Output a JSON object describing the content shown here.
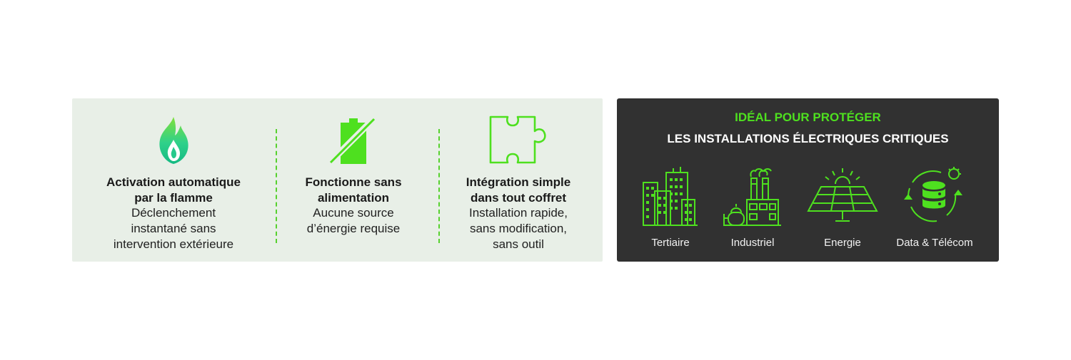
{
  "colors": {
    "accent": "#4ee01f",
    "left_bg": "#e8efe7",
    "right_bg": "#313131"
  },
  "features": [
    {
      "icon": "flame-icon",
      "title_line1": "Activation automatique",
      "title_line2": "par la flamme",
      "desc": [
        "Déclenchement",
        "instantané sans",
        "intervention extérieure"
      ]
    },
    {
      "icon": "no-battery-icon",
      "title_line1": "Fonctionne sans",
      "title_line2": "alimentation",
      "desc": [
        "Aucune source",
        "d’énergie requise"
      ]
    },
    {
      "icon": "puzzle-piece-icon",
      "title_line1": "Intégration simple",
      "title_line2": "dans tout coffret",
      "desc": [
        "Installation rapide,",
        "sans modification,",
        "sans outil"
      ]
    }
  ],
  "protect": {
    "kicker": "IDÉAL POUR PROTÉGER",
    "headline": "LES INSTALLATIONS ÉLECTRIQUES CRITIQUES",
    "sectors": [
      {
        "icon": "office-buildings-icon",
        "label": "Tertiaire"
      },
      {
        "icon": "factory-icon",
        "label": "Industriel"
      },
      {
        "icon": "solar-panel-icon",
        "label": "Energie"
      },
      {
        "icon": "database-cycle-icon",
        "label": "Data & Télécom"
      }
    ]
  }
}
